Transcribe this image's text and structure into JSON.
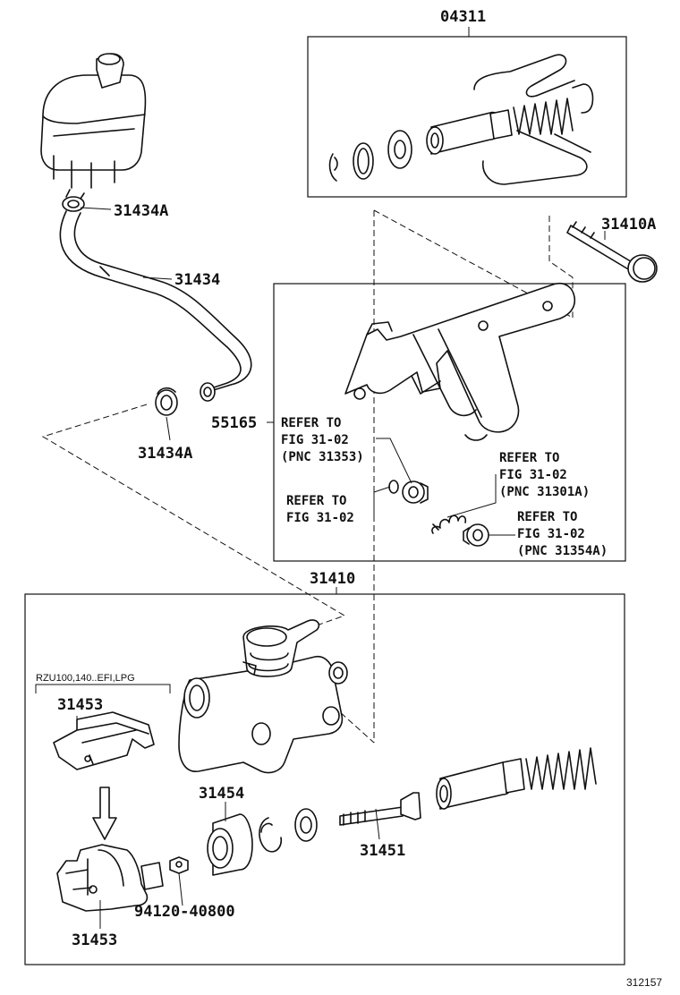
{
  "labels": {
    "p04311": "04311",
    "p31434A_top": "31434A",
    "p31434": "31434",
    "p31434A_bottom": "31434A",
    "p31410A": "31410A",
    "p55165": "55165",
    "p31410": "31410",
    "p31453_top": "31453",
    "p31453_bottom": "31453",
    "p31454": "31454",
    "p31451": "31451",
    "p94120": "94120-40800"
  },
  "refs": {
    "ref1": {
      "line1": "REFER TO",
      "line2": "FIG 31-02",
      "line3": "(PNC 31353)"
    },
    "ref2": {
      "line1": "REFER TO",
      "line2": "FIG 31-02"
    },
    "ref3": {
      "line1": "REFER TO",
      "line2": "FIG 31-02",
      "line3": "(PNC 31301A)"
    },
    "ref4": {
      "line1": "REFER TO",
      "line2": "FIG 31-02",
      "line3": "(PNC 31354A)"
    }
  },
  "variant_note": "RZU100,140..EFI,LPG",
  "figure_id": "312157"
}
